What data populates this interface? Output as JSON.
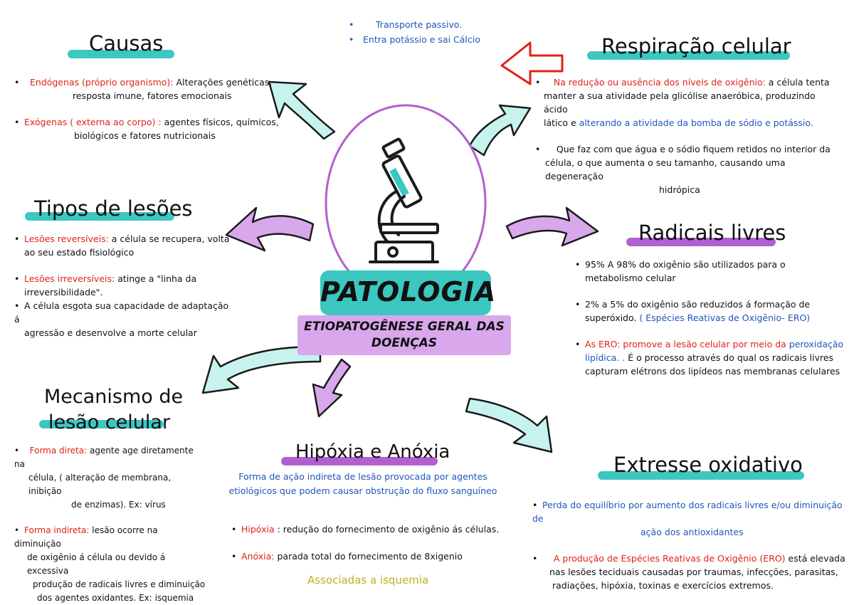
{
  "colors": {
    "teal": "#3cc7c0",
    "teal_light": "#c6f3ee",
    "purple": "#b35fd0",
    "purple_light": "#d9a7ec",
    "red": "#e0201a",
    "blue": "#1f57b8",
    "olive": "#b5b31e"
  },
  "center": {
    "title": "PATOLOGIA",
    "subtitle_line1": "ETIOPATOGÊNESE GERAL DAS",
    "subtitle_line2": "DOENÇAS",
    "icon": "microscope-icon"
  },
  "top_note": {
    "items": [
      "Transporte passivo.",
      "Entra potássio e sai Cálcio"
    ]
  },
  "causas": {
    "title": "Causas",
    "item1_label": "Endógenas (próprio organismo):",
    "item1_text_a": " Alterações genéticas,",
    "item1_text_b": "resposta imune, fatores emocionais",
    "item2_label": "Exógenas ( externa ao corpo) :",
    "item2_text_a": " agentes físicos, químicos,",
    "item2_text_b": "biológicos e fatores  nutricionais"
  },
  "tipos": {
    "title": "Tipos de lesões",
    "item1_label": "Lesões reversíveis:",
    "item1_text_a": "  a célula se recupera, volta",
    "item1_text_b": "ao seu estado fisiológico",
    "item2_label": "Lesões irreversíveis:",
    "item2_text_a": "   atinge a \"linha da",
    "item2_text_b": "irreversibilidade\".",
    "item3_text_a": "A célula esgota sua capacidade de adaptação á",
    "item3_text_b": "agressão e desenvolve a morte celular"
  },
  "mecanismo": {
    "title_line1": "Mecanismo de",
    "title_line2": "lesão celular",
    "item1_label": "Forma direta:",
    "item1_text_a": "  agente age diretamente na",
    "item1_text_b": "célula, ( alteração de membrana, inibição",
    "item1_text_c": "de enzimas). Ex: vírus",
    "item2_label": "Forma indireta:",
    "item2_text_a": "   lesão ocorre na diminuição",
    "item2_text_b": "de oxigênio á célula ou devido á excessiva",
    "item2_text_c": "produção de radicais livres e diminuição",
    "item2_text_d": "dos agentes oxidantes. Ex: isquemia"
  },
  "hipoxia": {
    "title": "Hipóxia e Anóxia",
    "desc_line1": "Forma de ação indireta de lesão provocada por agentes",
    "desc_line2": "etiológicos que podem causar obstrução do fluxo sanguíneo",
    "item1_label": "Hipóxia",
    "item1_text": " : redução do fornecimento de oxigênio ás células.",
    "item2_label": "Anóxia:",
    "item2_text": " parada total do fornecimento de 8xigenio",
    "footer": "Associadas a isquemia"
  },
  "respiracao": {
    "title": "Respiração celular",
    "item1_label": "Na redução ou ausência dos níveis de oxigênio:",
    "item1_text_a": "  a célula tenta",
    "item1_text_b": "manter a sua atividade pela glicólise anaeróbica, produzindo ácido",
    "item1_text_c": "lático e ",
    "item1_blue": "alterando a atividade da bomba de sódio e potássio.",
    "item2_text_a": "Que faz com que água e o sódio fiquem retidos no interior da",
    "item2_text_b": "célula, o que aumenta o seu tamanho, causando uma degeneração",
    "item2_text_c": "hidrópica"
  },
  "radicais": {
    "title": "Radicais livres",
    "item1_text_a": "95% A 98%  do oxigênio são utilizados para o",
    "item1_text_b": "metabolismo celular",
    "item2_text_a": "2% a 5% do oxigênio são reduzidos á formação de",
    "item2_text_b": "superóxido. ",
    "item2_blue": "( Espécies  Reativas de Oxigênio- ERO)",
    "item3_label": "As ERO: promove a lesão celular por meio da ",
    "item3_blue_a": "peroxidação",
    "item3_blue_b": "lipídica. .",
    "item3_text_a": " É  o processo através do qual os radicais livres",
    "item3_text_b": "capturam elétrons dos lipídeos nas membranas celulares"
  },
  "extresse": {
    "title": "Extresse oxidativo",
    "item1_text_a": "Perda do equilíbrio por aumento dos radicais livres e/ou diminuição de",
    "item1_text_b": "ação dos antioxidantes",
    "item2_label": "A produção de Espécies Reativas de Oxigênio (ERO)",
    "item2_text_a": " está elevada",
    "item2_text_b": "nas lesões teciduais causadas por traumas, infecções, parasitas,",
    "item2_text_c": "radiações, hipóxia, toxinas e exercícios extremos."
  }
}
